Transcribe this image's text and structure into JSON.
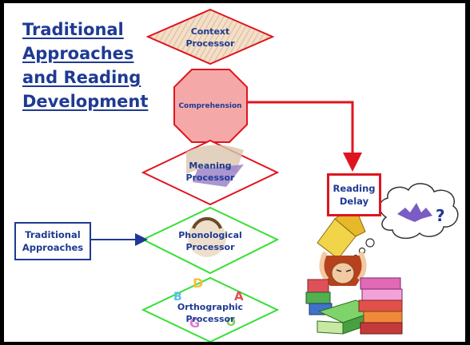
{
  "title_lines": [
    "Traditional",
    "Approaches",
    "and Reading",
    "Development"
  ],
  "nodes": {
    "context": [
      "Context",
      "Processor"
    ],
    "comprehension": "Comprehension",
    "meaning": [
      "Meaning",
      "Processor"
    ],
    "phonological": [
      "Phonological",
      "Processor"
    ],
    "orthographic": [
      "Orthographic",
      "Processor"
    ]
  },
  "boxes": {
    "traditional": [
      "Traditional",
      "Approaches"
    ],
    "reading_delay": [
      "Reading",
      "Delay"
    ]
  },
  "thought_symbol": "?",
  "colors": {
    "red": "#e0141e",
    "green": "#33e033",
    "navy": "#1f3a93",
    "octagon_fill": "#f4a9a8"
  }
}
